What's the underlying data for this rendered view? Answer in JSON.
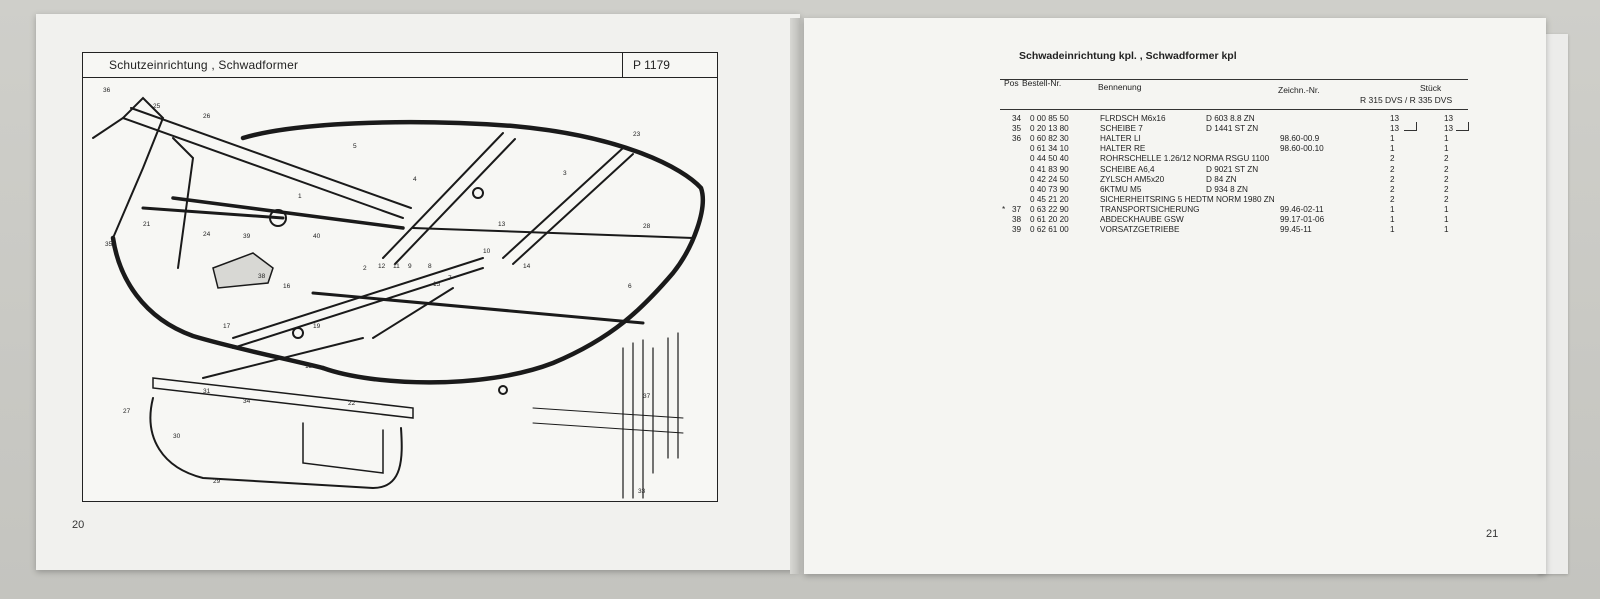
{
  "left_page": {
    "header_title": "Schutzeinrichtung , Schwadformer",
    "header_code": "P 1179",
    "page_number": "20",
    "callouts": [
      "36",
      "25",
      "26",
      "5",
      "23",
      "4",
      "21",
      "35",
      "24",
      "28",
      "3",
      "6",
      "1",
      "40",
      "39",
      "38",
      "13",
      "10",
      "14",
      "16",
      "12",
      "11",
      "9",
      "8",
      "2",
      "7",
      "15",
      "17",
      "19",
      "18",
      "37",
      "33",
      "34",
      "31",
      "27",
      "22",
      "30",
      "29"
    ]
  },
  "right_page": {
    "title": "Schwadeinrichtung kpl. , Schwadformer kpl",
    "page_number": "21",
    "columns": {
      "pos": "Pos",
      "bestell": "Bestell-Nr.",
      "benennung": "Bennenung",
      "zeichn": "Zeichn.-Nr.",
      "stueck": "Stück",
      "models": "R 315 DVS / R 335 DVS"
    },
    "rows": [
      {
        "mark": "",
        "pos": "34",
        "nr": "0 00 85 50",
        "name": "FLRDSCH M6x16",
        "norm": "D 603  8.8  ZN",
        "zeich": "",
        "q1": "13",
        "q2": "13"
      },
      {
        "mark": "",
        "pos": "35",
        "nr": "0 20 13 80",
        "name": "SCHEIBE 7",
        "norm": "D 1441 ST  ZN",
        "zeich": "",
        "q1": "13",
        "q2": "13"
      },
      {
        "mark": "",
        "pos": "36",
        "nr": "0 60 82 30",
        "name": "HALTER LI",
        "norm": "",
        "zeich": "98.60-00.9",
        "q1": "1",
        "q2": "1"
      },
      {
        "mark": "",
        "pos": "",
        "nr": "0 61 34 10",
        "name": "HALTER RE",
        "norm": "",
        "zeich": "98.60-00.10",
        "q1": "1",
        "q2": "1"
      },
      {
        "mark": "",
        "pos": "",
        "nr": "0 44 50 40",
        "name": "ROHRSCHELLE 1.26/12 NORMA RSGU 1100",
        "norm": "",
        "zeich": "",
        "q1": "2",
        "q2": "2"
      },
      {
        "mark": "",
        "pos": "",
        "nr": "0 41 83 90",
        "name": "SCHEIBE A6,4",
        "norm": "D 9021 ST  ZN",
        "zeich": "",
        "q1": "2",
        "q2": "2"
      },
      {
        "mark": "",
        "pos": "",
        "nr": "0 42 24 50",
        "name": "ZYLSCH AM5x20",
        "norm": "D  84       ZN",
        "zeich": "",
        "q1": "2",
        "q2": "2"
      },
      {
        "mark": "",
        "pos": "",
        "nr": "0 40 73 90",
        "name": "6KTMU M5",
        "norm": "D 934  8    ZN",
        "zeich": "",
        "q1": "2",
        "q2": "2"
      },
      {
        "mark": "",
        "pos": "",
        "nr": "0 45 21 20",
        "name": "SICHERHEITSRING 5 HEDTM NORM 1980 ZN",
        "norm": "",
        "zeich": "",
        "q1": "2",
        "q2": "2"
      },
      {
        "mark": "*",
        "pos": "37",
        "nr": "0 63 22 90",
        "name": "TRANSPORTSICHERUNG",
        "norm": "",
        "zeich": "99.46-02-11",
        "q1": "1",
        "q2": "1"
      },
      {
        "mark": "",
        "pos": "38",
        "nr": "0 61 20 20",
        "name": "ABDECKHAUBE GSW",
        "norm": "",
        "zeich": "99.17-01-06",
        "q1": "1",
        "q2": "1"
      },
      {
        "mark": "",
        "pos": "39",
        "nr": "0 62 61 00",
        "name": "VORSATZGETRIEBE",
        "norm": "",
        "zeich": "99.45-11",
        "q1": "1",
        "q2": "1"
      }
    ]
  }
}
